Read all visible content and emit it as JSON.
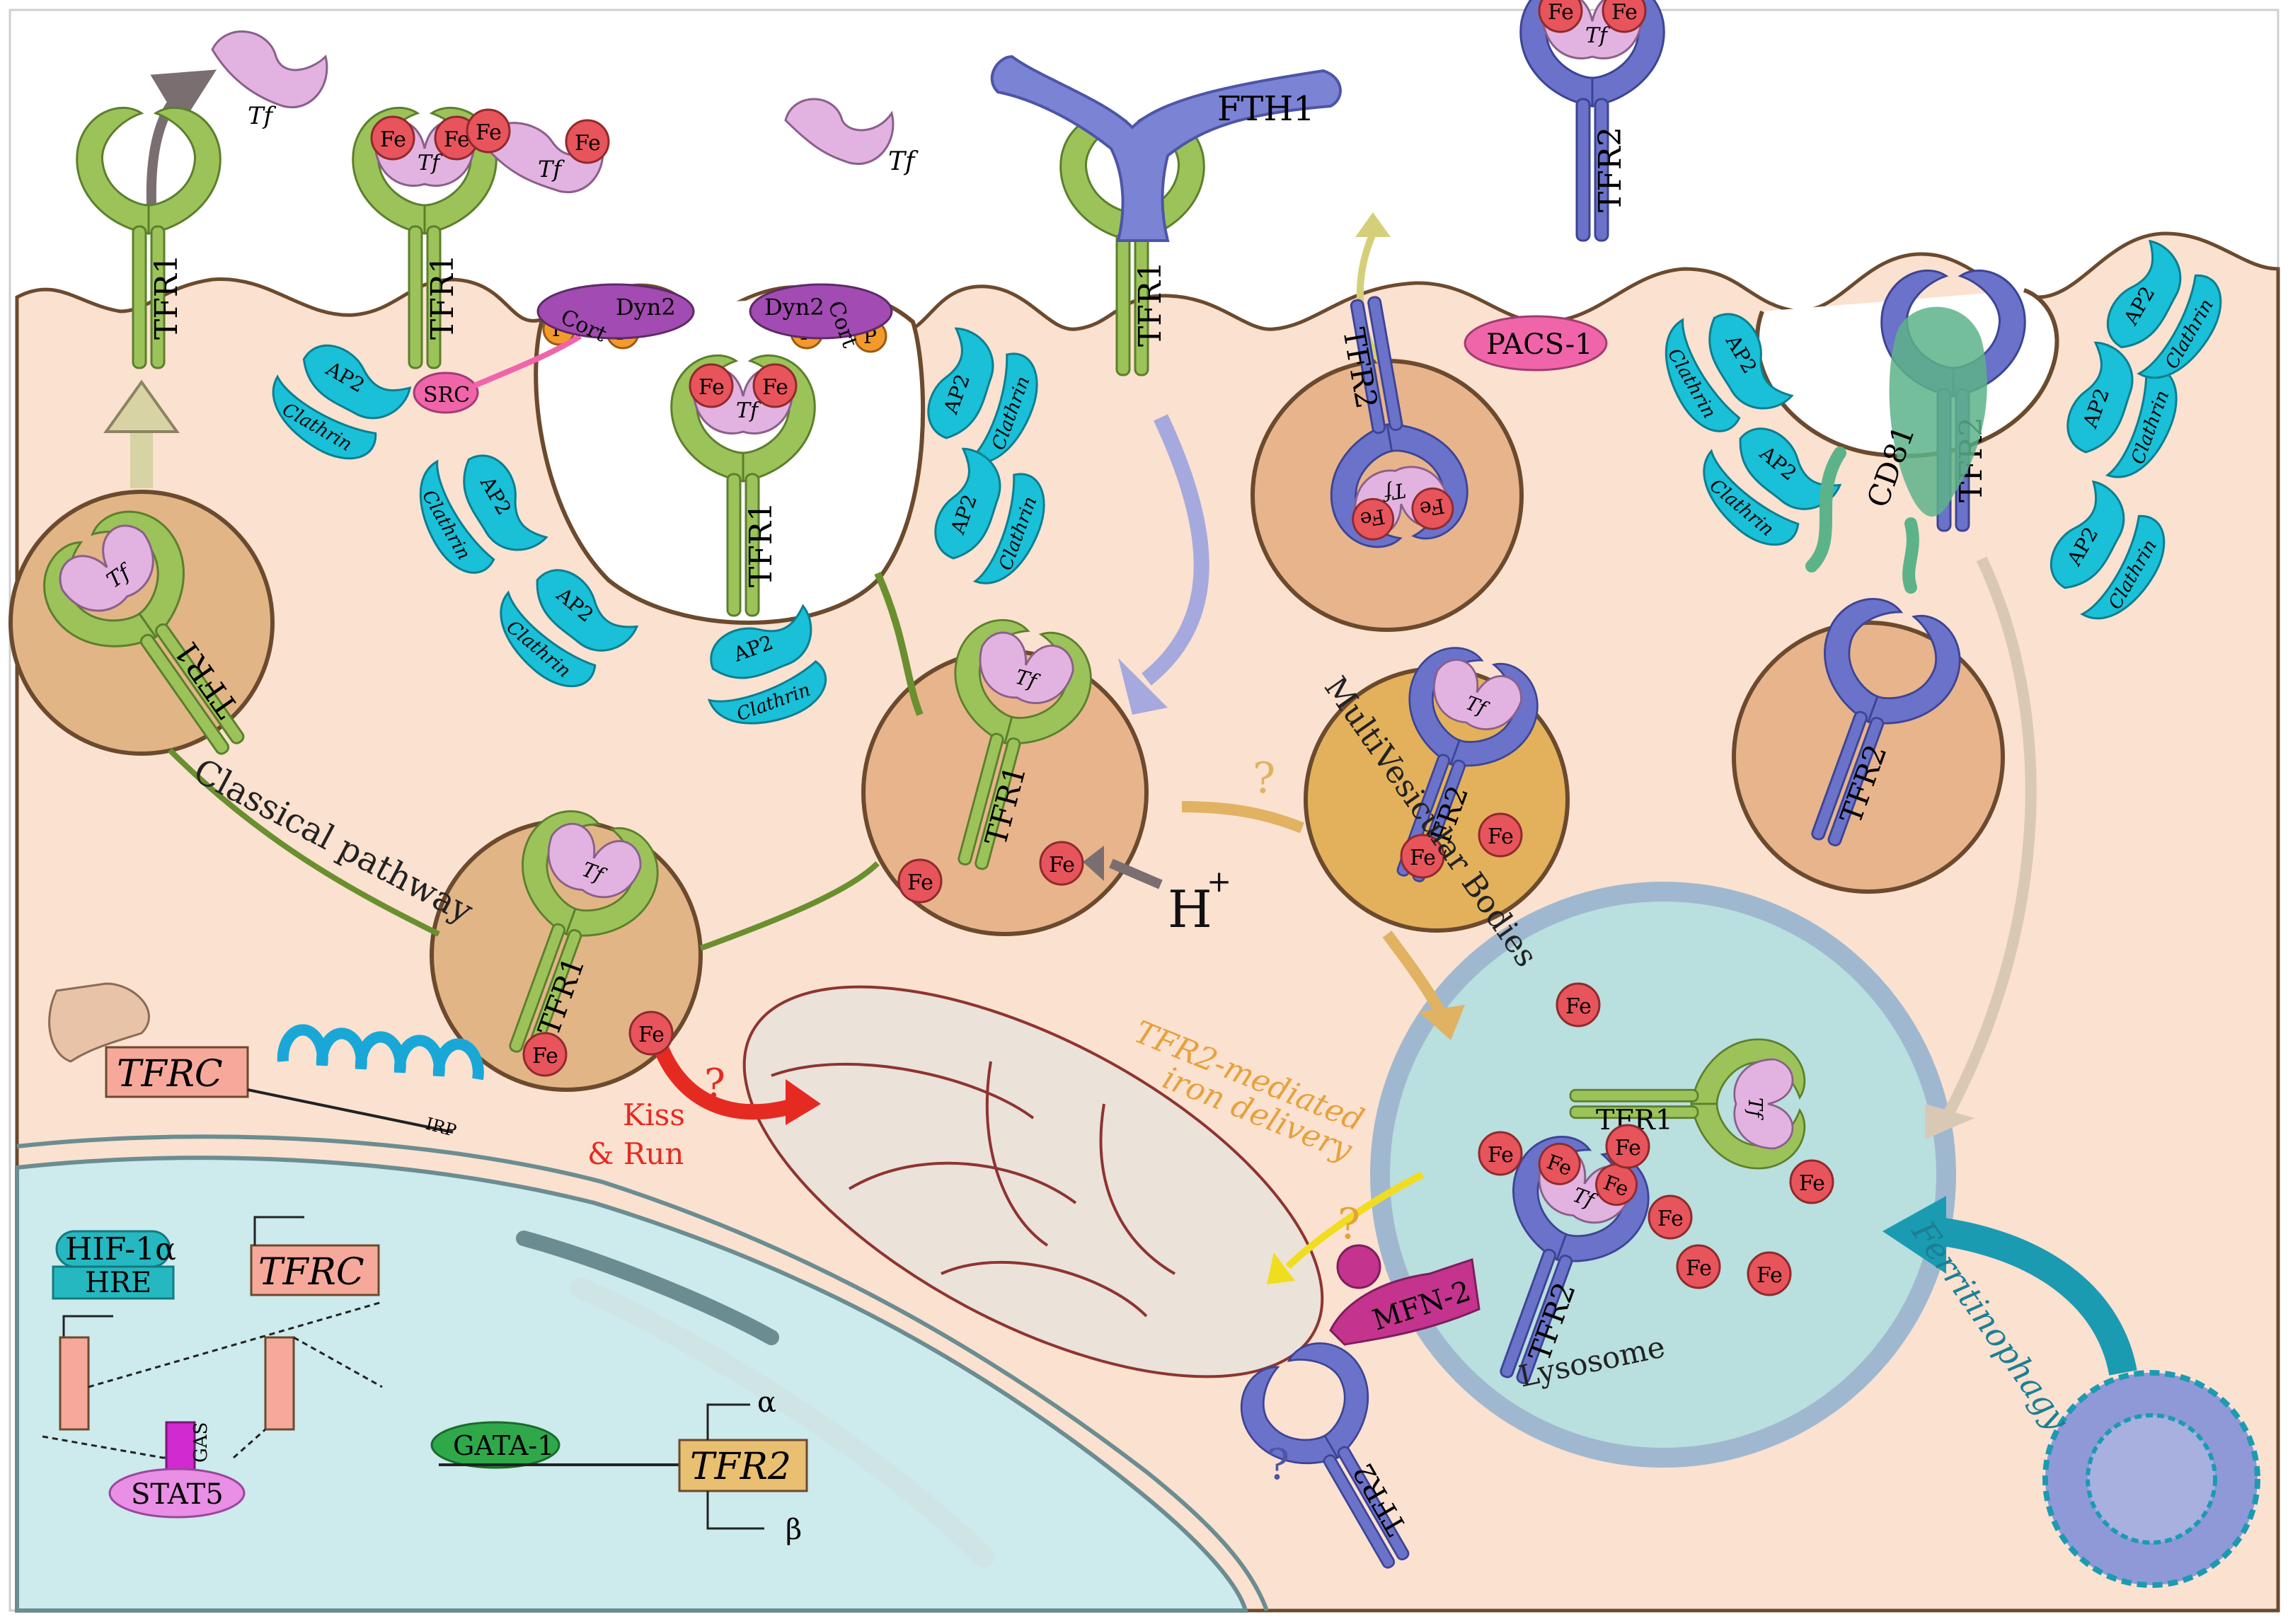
{
  "labels": {
    "tf": "Tf",
    "fe": "Fe",
    "tfr1": "TFR1",
    "tfr2": "TFR2",
    "fth1": "FTH1",
    "ap2": "AP2",
    "clathrin": "Clathrin",
    "p": "P",
    "dyn2": "Dyn2",
    "cort": "Cort",
    "src": "SRC",
    "pacs1": "PACS-1",
    "cd81": "CD81",
    "mfn2": "MFN-2",
    "lysosome": "Lysosome",
    "mvb": "MultiVesicular Bodies",
    "classical_pathway": "Classical pathway",
    "kiss_run_1": "Kiss",
    "kiss_run_2": "& Run",
    "tfr2_delivery_1": "TFR2-mediated",
    "tfr2_delivery_2": "iron delivery",
    "ferritinophagy": "Ferritinophagy",
    "h_plus": "H",
    "plus": "+",
    "question": "?",
    "tfrc": "TFRC",
    "hif": "HIF-1α",
    "hre": "HRE",
    "gas": "GAS",
    "stat5": "STAT5",
    "gata1": "GATA-1",
    "alpha": "α",
    "beta": "β",
    "irp": "IRP"
  },
  "colors": {
    "extracellular": "#ffffff",
    "cytoplasm": "#fbe1d0",
    "membrane_line": "#6b4a2e",
    "nucleus": "#cdeaec",
    "tfr1_green": "#9cc35a",
    "tfr1_light": "#d9ecc0",
    "tfr2_blue": "#6b72c9",
    "tf_pink": "#e2b3e0",
    "fe_red": "#e8545b",
    "ap2_cyan": "#19c0d8",
    "endosome_fill": "#e8b48c",
    "early_endo": "#e2b587",
    "lysosome_fill": "#b9dfde",
    "lysosome_ring": "#9fb8cf",
    "mvb_fill": "#e3b15c",
    "mito_fill": "#ebe2da",
    "mito_line": "#8e3430",
    "red_arrow": "#e52a22",
    "teal_arrow": "#1b9bb2",
    "orange_text": "#e5a23c",
    "pink_pacs": "#f065a9",
    "magenta_mfn": "#c4338e",
    "cd81_green": "#5db389"
  }
}
